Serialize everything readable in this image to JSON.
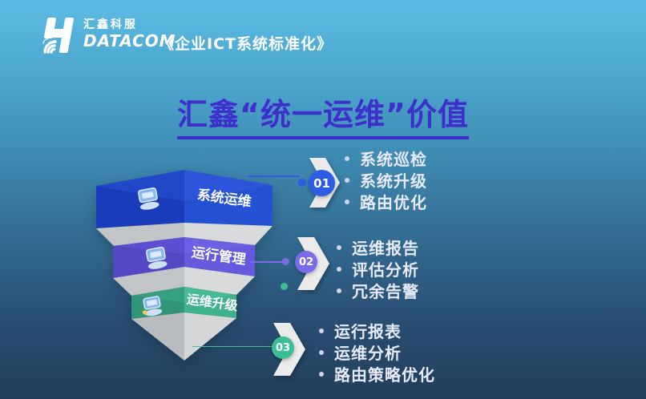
{
  "header": {
    "logo_cn": "汇鑫科服",
    "logo_en": "DATACOM",
    "course_title": "《企业ICT系统标准化》"
  },
  "slide": {
    "title": "汇鑫“统一运维”价值"
  },
  "funnel": {
    "layers": [
      {
        "label": "系统运维",
        "color_left": "#1b3cba",
        "color_right": "#2450d4",
        "icon": "monitor-3d-icon"
      },
      {
        "label": "运行管理",
        "color_left": "#5347c4",
        "color_right": "#655ade",
        "icon": "server-3d-icon"
      },
      {
        "label": "运维升级",
        "color_left": "#319578",
        "color_right": "#3fb28d",
        "icon": "folder-3d-icon"
      }
    ]
  },
  "steps": [
    {
      "number": "01",
      "accent": "#2a5ce4",
      "items": [
        "系统巡检",
        "系统升级",
        "路由优化"
      ]
    },
    {
      "number": "02",
      "accent": "#7a6ce8",
      "items": [
        "运维报告",
        "评估分析",
        "冗余告警"
      ]
    },
    {
      "number": "03",
      "accent": "#3dbd95",
      "items": [
        "运行报表",
        "运维分析",
        "路由策略优化"
      ]
    }
  ],
  "colors": {
    "background_top": "#5cbbe4",
    "background_bottom": "#223e5a",
    "title": "#3e2ecb",
    "list_text": "#e9eaf8",
    "chevron": "#ebebeb",
    "funnel_inner_gray": "#c9cbcd"
  }
}
